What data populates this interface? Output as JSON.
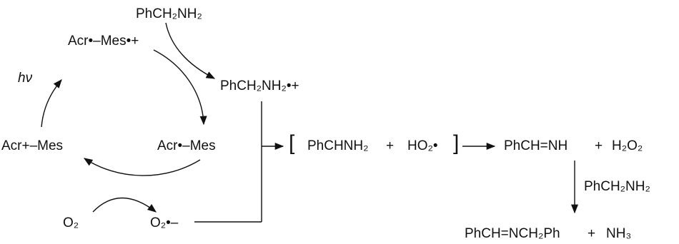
{
  "species": {
    "benzylamine": "PhCH₂NH₂",
    "acr_mes_radical_cation": "Acr•–Mes•+",
    "benzylamine_radical_cation": "PhCH₂NH₂•+",
    "hv": "hν",
    "acr_mes_ground": "Acr+–Mes",
    "acr_radical_mes": "Acr•–Mes",
    "oxygen": "O₂",
    "superoxide": "O₂•–",
    "aminobenzyl_radical": "PhCHNH₂",
    "hydroperoxyl": "HO₂•",
    "imine": "PhCH=NH",
    "hydrogen_peroxide": "H₂O₂",
    "benzylamine_reagent": "PhCH₂NH₂",
    "product": "PhCH=NCH₂Ph",
    "ammonia": "NH₃"
  },
  "plus_signs": [
    "+",
    "+",
    "+"
  ],
  "brackets": {
    "open": "[",
    "close": "]"
  },
  "colors": {
    "ink": "#111111",
    "background": "#ffffff"
  }
}
